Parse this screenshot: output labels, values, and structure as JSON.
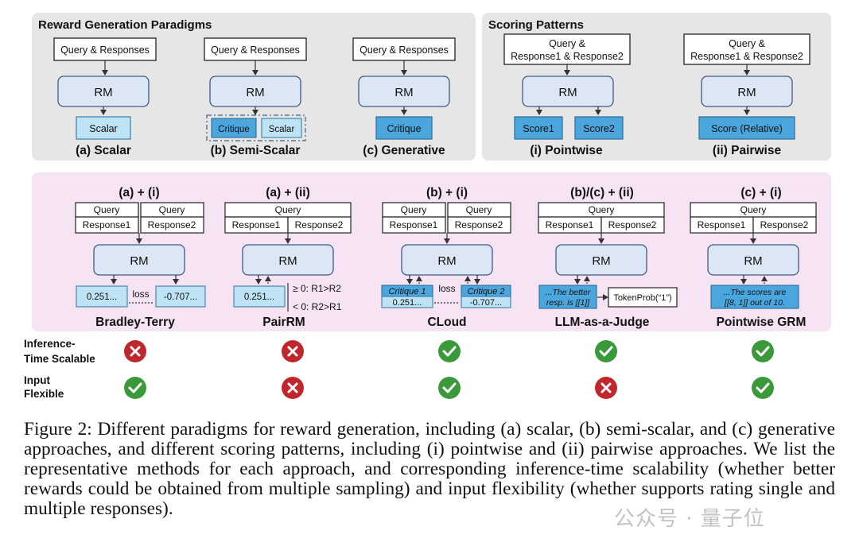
{
  "top_left_panel": {
    "title": "Reward Generation Paradigms",
    "columns": [
      {
        "input": "Query & Responses",
        "rm": "RM",
        "outputs": [
          "Scalar"
        ],
        "label": "(a) Scalar"
      },
      {
        "input": "Query & Responses",
        "rm": "RM",
        "outputs": [
          "Critique",
          "Scalar"
        ],
        "label": "(b) Semi-Scalar"
      },
      {
        "input": "Query & Responses",
        "rm": "RM",
        "outputs": [
          "Critique"
        ],
        "label": "(c) Generative"
      }
    ]
  },
  "top_right_panel": {
    "title": "Scoring Patterns",
    "columns": [
      {
        "input_line1": "Query &",
        "input_line2": "Response1 & Response2",
        "rm": "RM",
        "outputs": [
          "Score1",
          "Score2"
        ],
        "label": "(i) Pointwise"
      },
      {
        "input_line1": "Query &",
        "input_line2": "Response1 & Response2",
        "rm": "RM",
        "outputs": [
          "Score (Relative)"
        ],
        "label": "(ii) Pairwise"
      }
    ]
  },
  "methods": [
    {
      "combo": "(a) + (i)",
      "rm": "RM",
      "name": "Bradley-Terry"
    },
    {
      "combo": "(a) + (ii)",
      "rm": "RM",
      "name": "PairRM"
    },
    {
      "combo": "(b) + (i)",
      "rm": "RM",
      "name": "CLoud"
    },
    {
      "combo": "(b)/(c) + (ii)",
      "rm": "RM",
      "name": "LLM-as-a-Judge"
    },
    {
      "combo": "(c) + (i)",
      "rm": "RM",
      "name": "Pointwise GRM"
    }
  ],
  "labels": {
    "query": "Query",
    "response1": "Response1",
    "response2": "Response2",
    "loss": "loss",
    "val_pos": "0.251...",
    "val_neg": "-0.707...",
    "pair_cond1": "≥ 0: R1>R2",
    "pair_cond2": "< 0: R2>R1",
    "critique1": "Critique 1",
    "critique2": "Critique 2",
    "judge_line1": "...The better",
    "judge_line2": "resp. is [[1]]",
    "token_prob": "TokenProb(“1”)",
    "grm_line1": "...The scores are",
    "grm_line2": "[[8, 1]] out of 10."
  },
  "properties": [
    {
      "label_line1": "Inference-",
      "label_line2": "Time Scalable",
      "values": [
        false,
        false,
        true,
        true,
        true
      ]
    },
    {
      "label_line1": "Input",
      "label_line2": "Flexible",
      "values": [
        true,
        false,
        true,
        false,
        true
      ]
    }
  ],
  "caption": "Figure 2: Different paradigms for reward generation, including (a) scalar, (b) semi-scalar, and (c) generative approaches, and different scoring patterns, including (i) pointwise and (ii) pairwise approaches. We list the representative methods for each approach, and corresponding inference-time scalability (whether better rewards could be obtained from multiple sampling) and input flexibility (whether supports rating single and multiple responses).",
  "watermark": "公众号 · 量子位",
  "colors": {
    "panel_gray": "#e6e6e6",
    "panel_pink": "#f6e3f4",
    "rm_fill": "#dce6f4",
    "light_blue": "#bde3f5",
    "dark_blue": "#4aa6dc",
    "check_green": "#3a9a3a",
    "cross_red": "#c0272d"
  }
}
